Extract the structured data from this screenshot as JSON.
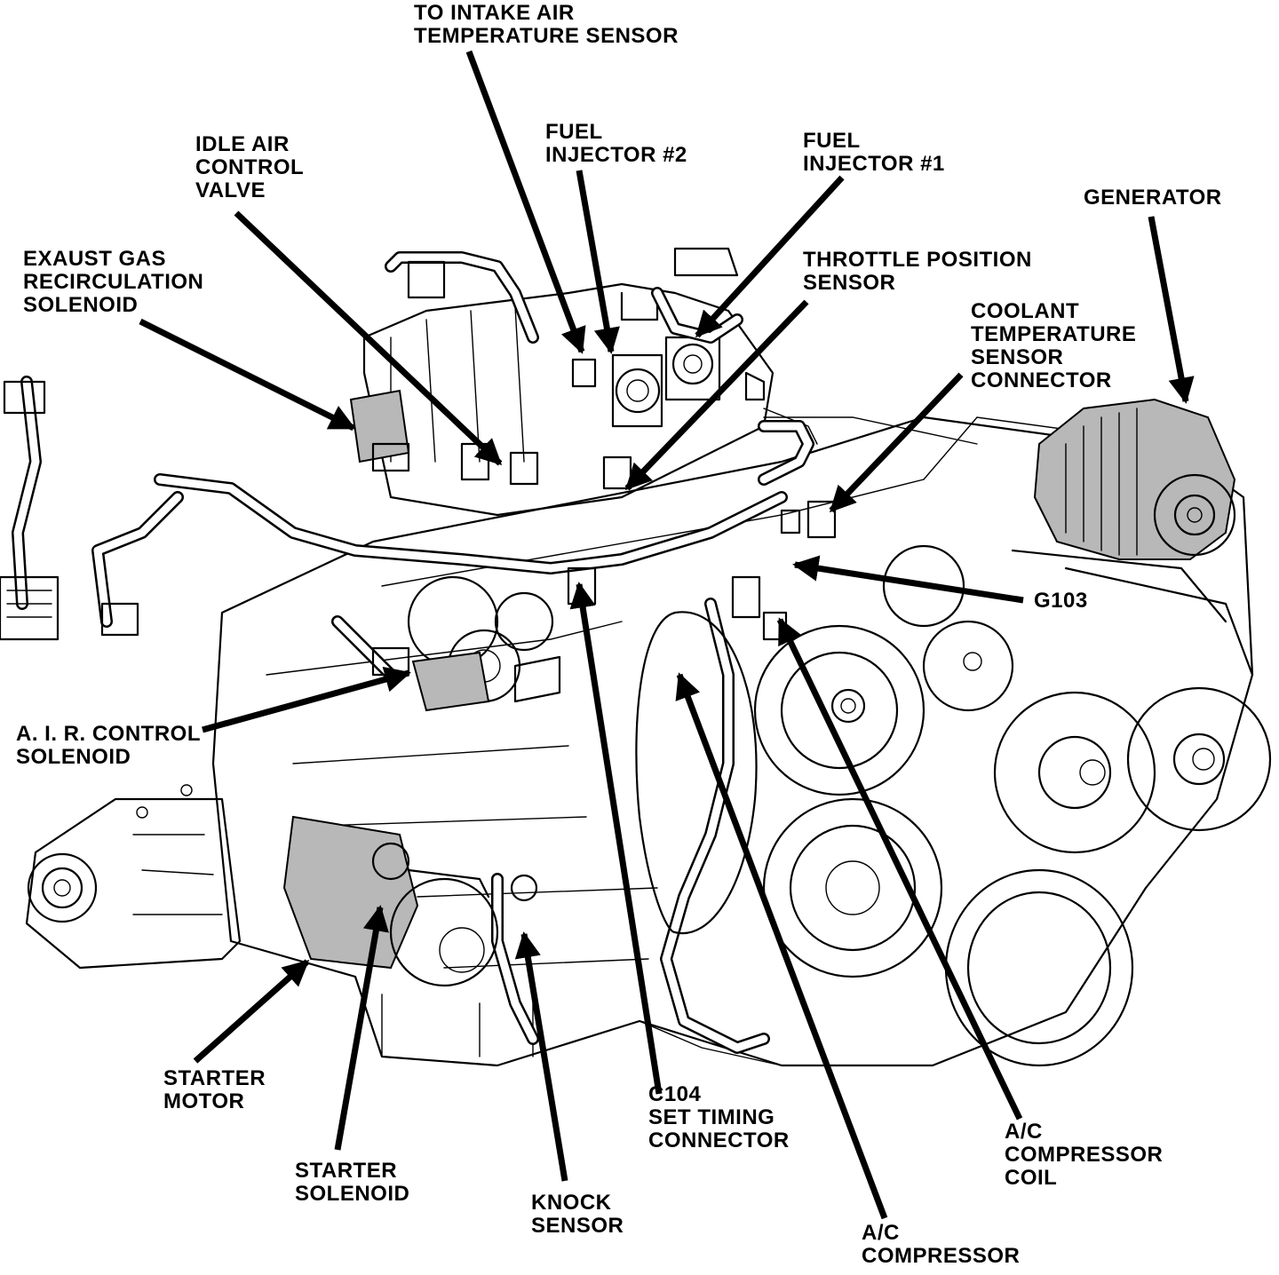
{
  "labels": {
    "intake_air_temp": [
      "TO INTAKE AIR",
      "TEMPERATURE SENSOR"
    ],
    "fuel_injector_2": [
      "FUEL",
      "INJECTOR #2"
    ],
    "fuel_injector_1": [
      "FUEL",
      "INJECTOR #1"
    ],
    "idle_air_control": [
      "IDLE AIR",
      "CONTROL",
      "VALVE"
    ],
    "egr_solenoid": [
      "EXAUST GAS",
      "RECIRCULATION",
      "SOLENOID"
    ],
    "throttle_position": [
      "THROTTLE POSITION",
      "SENSOR"
    ],
    "generator": [
      "GENERATOR"
    ],
    "coolant_temp": [
      "COOLANT",
      "TEMPERATURE",
      "SENSOR",
      "CONNECTOR"
    ],
    "g103": [
      "G103"
    ],
    "air_control_solenoid": [
      "A. I. R. CONTROL",
      "SOLENOID"
    ],
    "starter_motor": [
      "STARTER",
      "MOTOR"
    ],
    "starter_solenoid": [
      "STARTER",
      "SOLENOID"
    ],
    "knock_sensor": [
      "KNOCK",
      "SENSOR"
    ],
    "c104": [
      "C104",
      "SET TIMING",
      "CONNECTOR"
    ],
    "ac_compressor_coil": [
      "A/C",
      "COMPRESSOR",
      "COIL"
    ],
    "ac_compressor": [
      "A/C",
      "COMPRESSOR"
    ]
  }
}
